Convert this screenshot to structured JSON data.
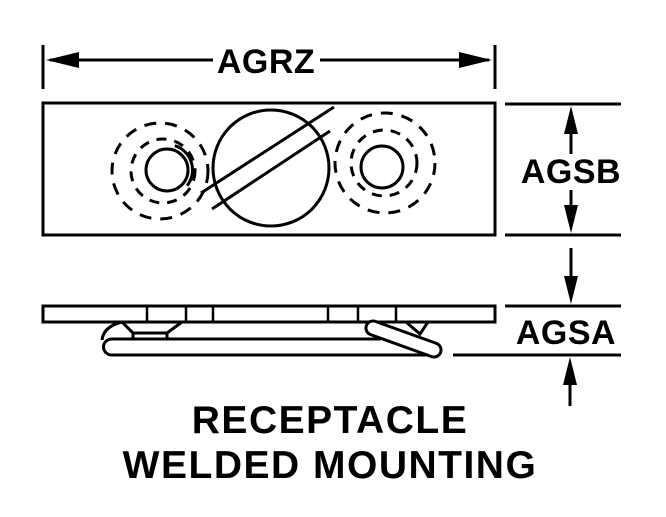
{
  "labels": {
    "width_dimension": "AGRZ",
    "height_dimension": "AGSB",
    "thickness_dimension": "AGSA"
  },
  "caption": {
    "line1": "RECEPTACLE",
    "line2": "WELDED MOUNTING"
  },
  "colors": {
    "line": "#000000",
    "text": "#000000",
    "background": "#ffffff"
  }
}
